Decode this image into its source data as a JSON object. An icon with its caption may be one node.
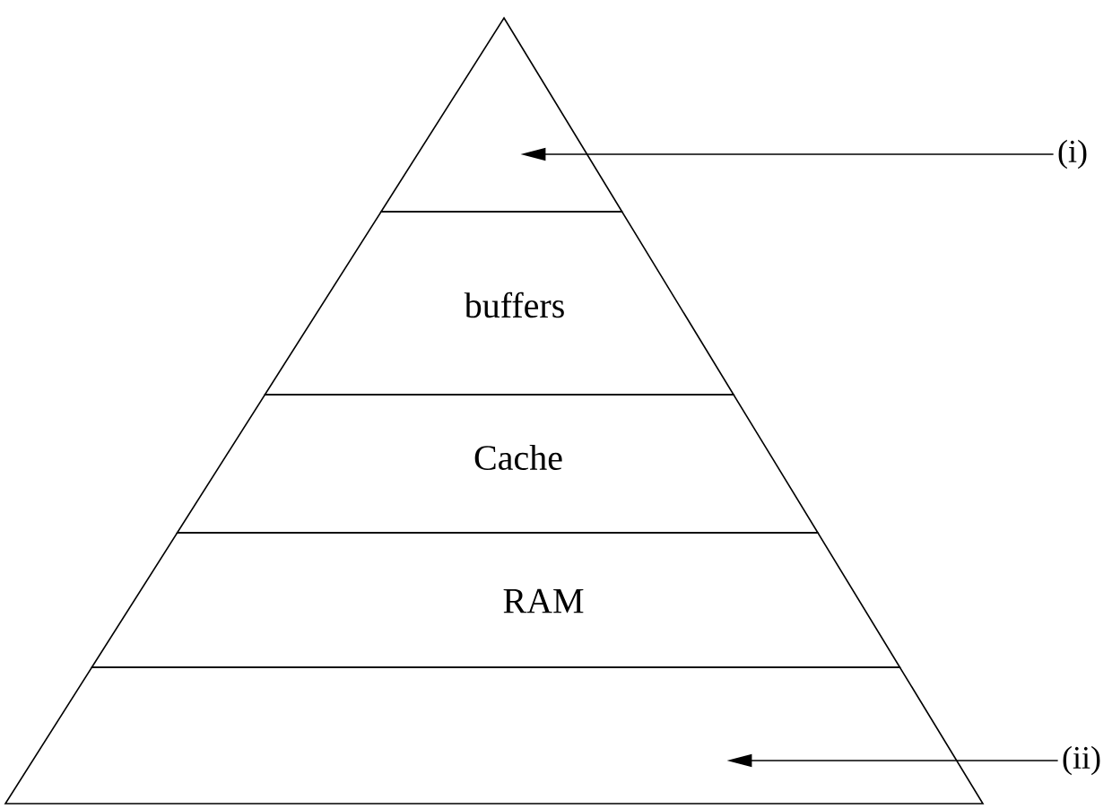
{
  "diagram": {
    "nodes": [
      {
        "text": [],
        "shape": "triangle"
      },
      {
        "text": [
          "buffers"
        ]
      },
      {
        "text": [
          "Cache"
        ]
      },
      {
        "text": [
          "RAM"
        ]
      },
      {
        "text": [],
        "shape": "band"
      },
      {
        "text": [
          "(i)"
        ]
      },
      {
        "text": [
          "(ii)"
        ]
      }
    ],
    "edges": [
      {
        "from": 5,
        "to": 0,
        "arrow": "to"
      },
      {
        "from": 6,
        "to": 4,
        "arrow": "to"
      }
    ]
  }
}
